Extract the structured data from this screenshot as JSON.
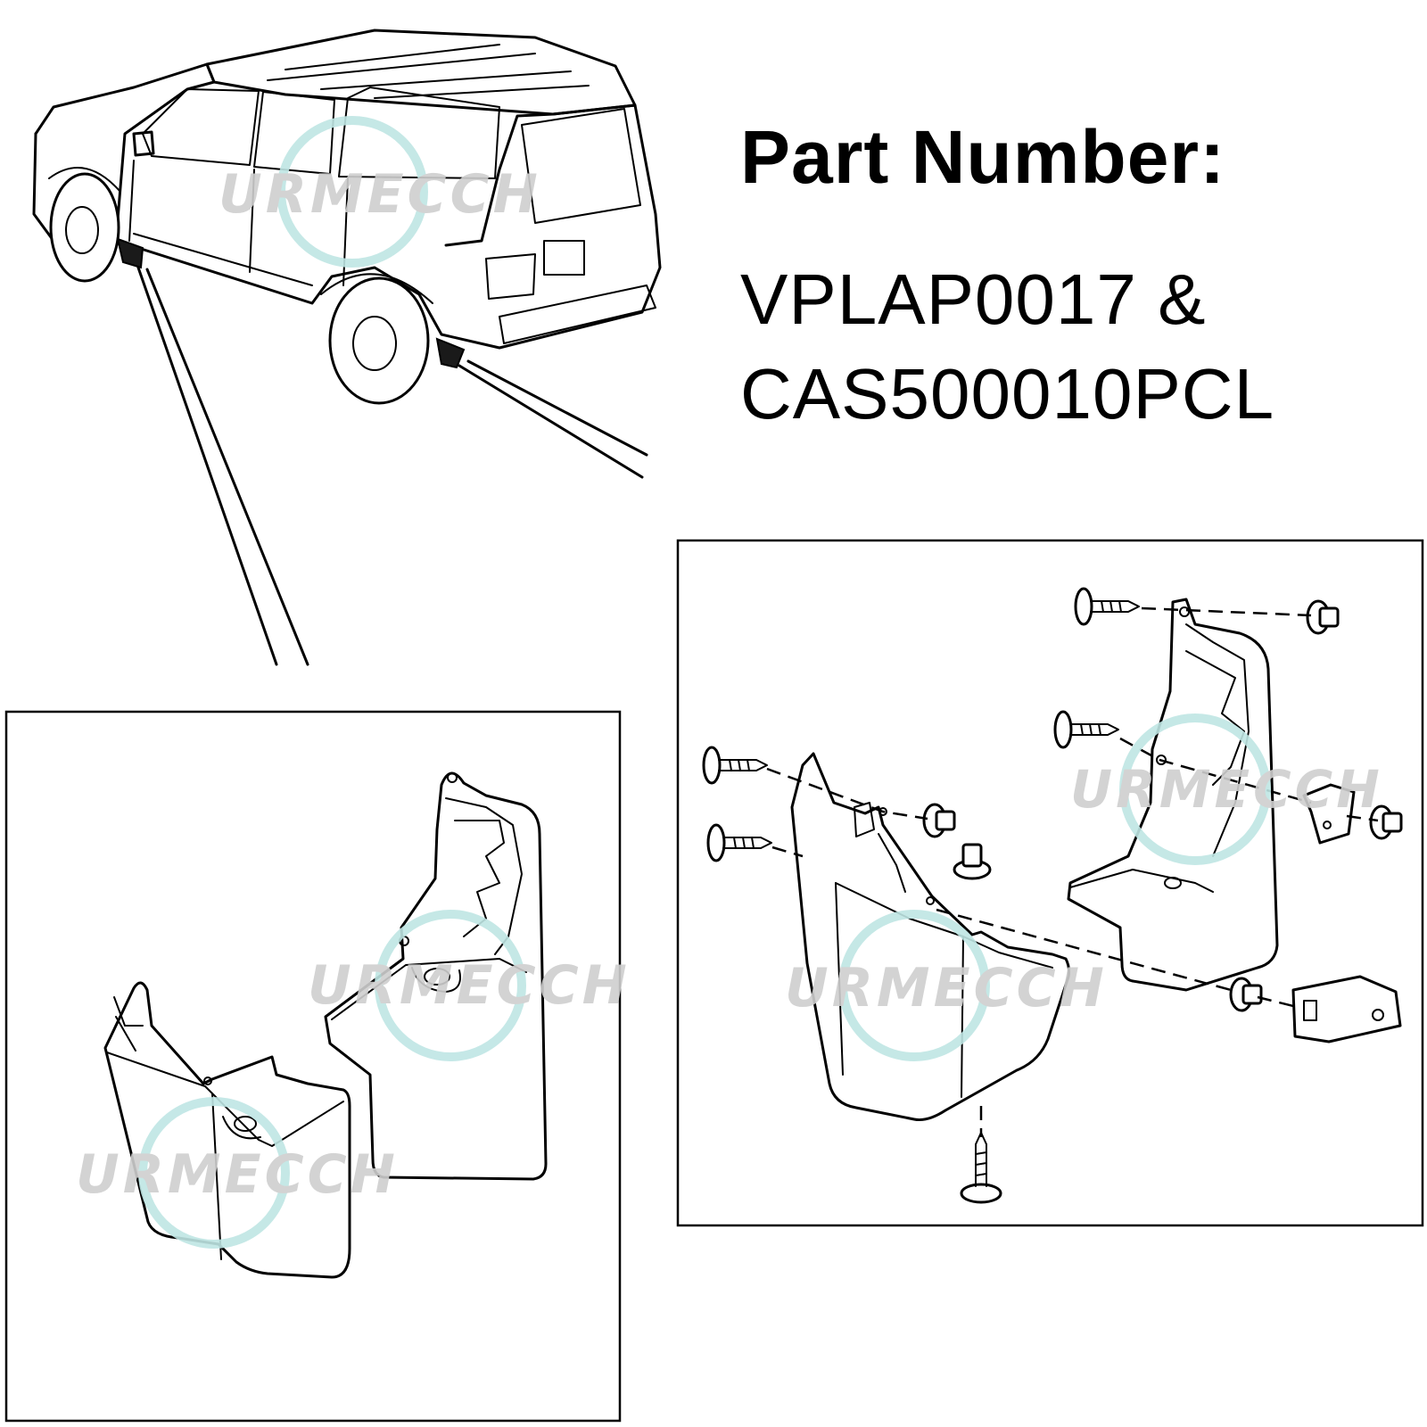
{
  "heading": "Part Number:",
  "part_numbers": [
    "VPLAP0017 &",
    "CAS500010PCL"
  ],
  "watermark": "URMECCH"
}
